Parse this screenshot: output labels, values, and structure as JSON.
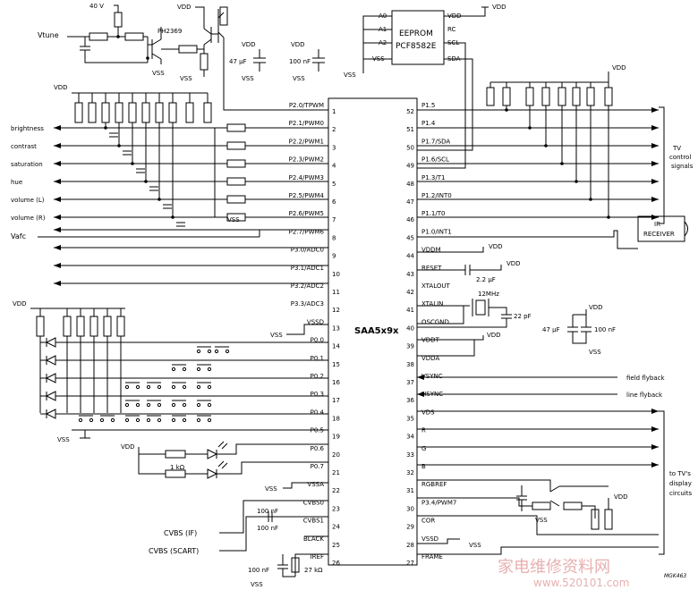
{
  "chip": {
    "name": "SAA5x9x",
    "left_pins": [
      {
        "num": "1",
        "label": "P2.0/TPWM"
      },
      {
        "num": "2",
        "label": "P2.1/PWM0"
      },
      {
        "num": "3",
        "label": "P2.2/PWM1"
      },
      {
        "num": "4",
        "label": "P2.3/PWM2"
      },
      {
        "num": "5",
        "label": "P2.4/PWM3"
      },
      {
        "num": "6",
        "label": "P2.5/PWM4"
      },
      {
        "num": "7",
        "label": "P2.6/PWM5"
      },
      {
        "num": "8",
        "label": "P2.7/PWM6"
      },
      {
        "num": "9",
        "label": "P3.0/ADC0"
      },
      {
        "num": "10",
        "label": "P3.1/ADC1"
      },
      {
        "num": "11",
        "label": "P3.2/ADC2"
      },
      {
        "num": "12",
        "label": "P3.3/ADC3"
      },
      {
        "num": "13",
        "label": "VSSD"
      },
      {
        "num": "14",
        "label": "P0.0"
      },
      {
        "num": "15",
        "label": "P0.1"
      },
      {
        "num": "16",
        "label": "P0.2"
      },
      {
        "num": "17",
        "label": "P0.3"
      },
      {
        "num": "18",
        "label": "P0.4"
      },
      {
        "num": "19",
        "label": "P0.5"
      },
      {
        "num": "20",
        "label": "P0.6"
      },
      {
        "num": "21",
        "label": "P0.7"
      },
      {
        "num": "22",
        "label": "VSSA"
      },
      {
        "num": "23",
        "label": "CVBS0"
      },
      {
        "num": "24",
        "label": "CVBS1"
      },
      {
        "num": "25",
        "label": "BLACK"
      },
      {
        "num": "26",
        "label": "IREF"
      }
    ],
    "right_pins": [
      {
        "num": "52",
        "label": "P1.5"
      },
      {
        "num": "51",
        "label": "P1.4"
      },
      {
        "num": "50",
        "label": "P1.7/SDA"
      },
      {
        "num": "49",
        "label": "P1.6/SCL"
      },
      {
        "num": "48",
        "label": "P1.3/T1"
      },
      {
        "num": "47",
        "label": "P1.2/INT0"
      },
      {
        "num": "46",
        "label": "P1.1/T0"
      },
      {
        "num": "45",
        "label": "P1.0/INT1"
      },
      {
        "num": "44",
        "label": "VDDM"
      },
      {
        "num": "43",
        "label": "RESET"
      },
      {
        "num": "42",
        "label": "XTALOUT"
      },
      {
        "num": "41",
        "label": "XTALIN"
      },
      {
        "num": "40",
        "label": "OSCGND"
      },
      {
        "num": "39",
        "label": "VDDT"
      },
      {
        "num": "38",
        "label": "VDDA"
      },
      {
        "num": "37",
        "label": "VSYNC"
      },
      {
        "num": "36",
        "label": "HSYNC"
      },
      {
        "num": "35",
        "label": "VDS"
      },
      {
        "num": "34",
        "label": "R"
      },
      {
        "num": "33",
        "label": "G"
      },
      {
        "num": "32",
        "label": "B"
      },
      {
        "num": "31",
        "label": "RGBREF"
      },
      {
        "num": "30",
        "label": "P3.4/PWM7"
      },
      {
        "num": "29",
        "label": "COR"
      },
      {
        "num": "28",
        "label": "VSSD"
      },
      {
        "num": "27",
        "label": "FRAME"
      }
    ]
  },
  "eeprom": {
    "title": "EEPROM",
    "part": "PCF8582E",
    "pins_left": [
      "A0",
      "A1",
      "A2",
      "VSS"
    ],
    "pins_right": [
      "VDD",
      "RC",
      "SCL",
      "SDA"
    ]
  },
  "pwm_outputs": [
    "brightness",
    "contrast",
    "saturation",
    "hue",
    "volume (L)",
    "volume (R)"
  ],
  "labels": {
    "v40": "40 V",
    "vtune": "Vtune",
    "ph": "PH2369",
    "vdd": "VDD",
    "vss": "VSS",
    "vafc": "Vafc",
    "c47": "47 µF",
    "c100": "100 nF",
    "c22u": "2.2 µF",
    "xtal": "12MHz",
    "c22p": "22 pF",
    "r1k": "1 kΩ",
    "r27k": "27 kΩ",
    "cvbs_if": "CVBS (IF)",
    "cvbs_scart": "CVBS (SCART)",
    "field": "field flyback",
    "line": "line flyback",
    "tv_control": [
      "TV",
      "control",
      "signals"
    ],
    "ir": [
      "IR",
      "RECEIVER"
    ],
    "display": [
      "to TV's",
      "display",
      "circuits"
    ],
    "fig_id": "MGK463"
  },
  "watermark": {
    "cn": "家电维修资料网",
    "url": "www.520101.com"
  }
}
